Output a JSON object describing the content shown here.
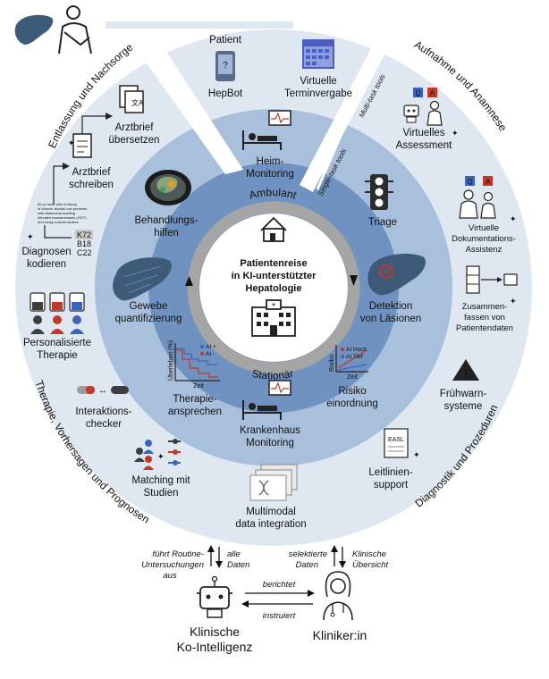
{
  "center": {
    "title_lines": [
      "Patientenreise",
      "in KI-unterstützter",
      "Hepatologie"
    ],
    "ambulant": "Ambulant",
    "stationaer": "Stationär"
  },
  "patient": {
    "header": "Patient",
    "hepbot": "HepBot",
    "termin_lines": [
      "Virtuelle",
      "Terminvergabe"
    ]
  },
  "tools": {
    "multi": "Multi-task tools",
    "single": "Single-task tools"
  },
  "outer_arcs": {
    "entlassung": "Entlassung und Nachsorge",
    "aufnahme": "Aufnahme und Anamnese",
    "therapie": "Therapie, Vorhersagen und Prognosen",
    "diagnostik": "Diagnostik und Prozeduren"
  },
  "outer_items": {
    "arztbrief_uebersetzen": [
      "Arztbrief",
      "übersetzen"
    ],
    "arztbrief_schreiben": [
      "Arztbrief",
      "schreiben"
    ],
    "diagnosen_kodieren": [
      "Diagnosen",
      "kodieren"
    ],
    "codes": [
      "K72",
      "B18",
      "C22"
    ],
    "personalisierte": [
      "Personalisierte",
      "Therapie"
    ],
    "interaktions": [
      "Interaktions-",
      "checker"
    ],
    "matching": [
      "Matching mit",
      "Studien"
    ],
    "multimodal": [
      "Multimodal",
      "data integration"
    ],
    "leitlinien": [
      "Leitlinien-",
      "support"
    ],
    "fruehwarn": [
      "Frühwarn-",
      "systeme"
    ],
    "zusammenfassen": [
      "Zusammen-",
      "fassen von",
      "Patientendaten"
    ],
    "virtuelle_doku": [
      "Virtuelle",
      "Dokumentations-",
      "Assistenz"
    ],
    "virtuelles_assessment": [
      "Virtuelles",
      "Assessment"
    ],
    "qa": [
      "Q",
      "A"
    ],
    "easl": "EASL"
  },
  "inner_items": {
    "heim": [
      "Heim-",
      "Monitoring"
    ],
    "triage": "Triage",
    "detektion": [
      "Detektion",
      "von Läsionen"
    ],
    "risiko": [
      "Risiko",
      "einordnung"
    ],
    "krankenhaus": [
      "Krankenhaus",
      "Monitoring"
    ],
    "therapieansprechen": [
      "Therapie-",
      "ansprechen"
    ],
    "gewebe": [
      "Gewebe",
      "quantifizierung"
    ],
    "behandlung": [
      "Behandlungs-",
      "hilfen"
    ]
  },
  "survival_chart": {
    "ylabel": "Überleben (%)",
    "xlabel": "Zeit",
    "legend": [
      "AI +",
      "AI -"
    ]
  },
  "risk_chart": {
    "ylabel": "Risiko",
    "xlabel": "Zeit",
    "legend": [
      "AI Hoch",
      "AI Tief"
    ]
  },
  "bottom": {
    "left_arrow_up": [
      "führt Routine-",
      "Untersuchungen",
      "aus"
    ],
    "left_arrow_down": [
      "alle",
      "Daten"
    ],
    "right_arrow_up": [
      "selektierte",
      "Daten"
    ],
    "right_arrow_down": [
      "Klinische",
      "Übersicht"
    ],
    "berichtet": "berichtet",
    "instruiert": "instruiert",
    "ai_label": [
      "Klinische",
      "Ko-Intelligenz"
    ],
    "clinician_label": "Kliniker:in"
  },
  "notes_text": [
    "50 yo male with a history",
    "of chronic alcohol use presents",
    "with abdominal swelling",
    "elevated transaminases (GGT)",
    "and newly noticed ascites"
  ],
  "colors": {
    "outer_ring": "#dfe7f1",
    "middle_ring": "#a9c0dc",
    "inner_ring": "#6f92c0",
    "gray_ring": "#9e9e9e",
    "dark": "#2b2b2b",
    "liver": "#3d5a78",
    "calendar": "#4a5fc1",
    "red": "#c0392b",
    "blue_person": "#3e64b8"
  }
}
